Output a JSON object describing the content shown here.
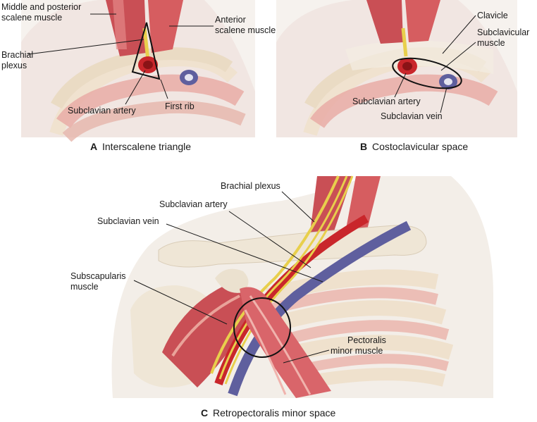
{
  "panels": [
    {
      "letter": "A",
      "caption": "Interscalene triangle",
      "labels": {
        "middle_posterior_1": "Middle and posterior",
        "middle_posterior_2": "scalene muscle",
        "anterior_1": "Anterior",
        "anterior_2": "scalene muscle",
        "brachial_1": "Brachial",
        "brachial_2": "plexus",
        "first_rib": "First rib",
        "subclavian_artery": "Subclavian artery"
      }
    },
    {
      "letter": "B",
      "caption": "Costoclavicular space",
      "labels": {
        "clavicle": "Clavicle",
        "subclavicular_1": "Subclavicular",
        "subclavicular_2": "muscle",
        "subclavian_artery": "Subclavian artery",
        "subclavian_vein": "Subclavian vein"
      }
    },
    {
      "letter": "C",
      "caption": "Retropectoralis minor space",
      "labels": {
        "brachial_plexus": "Brachial plexus",
        "subclavian_artery": "Subclavian artery",
        "subclavian_vein": "Subclavian vein",
        "subscapularis_1": "Subscapularis",
        "subscapularis_2": "muscle",
        "pectoralis_1": "Pectoralis",
        "pectoralis_2": "minor muscle"
      }
    }
  ],
  "colors": {
    "muscle": "#c94f55",
    "muscle_light": "#e7a39c",
    "bone": "#efe6d6",
    "skin": "#f3eee8",
    "artery": "#c9262b",
    "vein": "#5f5f9e",
    "nerve": "#e8cf4c",
    "outline": "#111111"
  }
}
